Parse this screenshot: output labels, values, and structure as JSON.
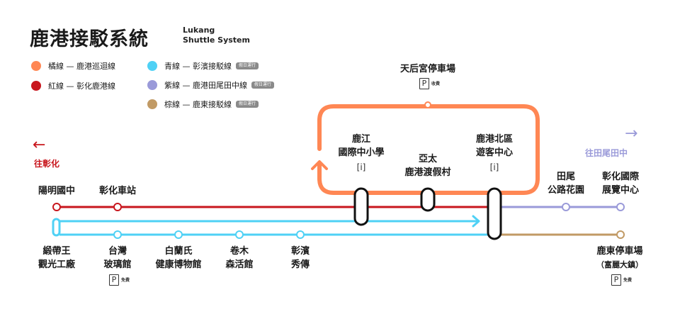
{
  "header": {
    "title": "鹿港接駁系統",
    "subtitle_line1": "Lukang",
    "subtitle_line2": "Shuttle System"
  },
  "colors": {
    "orange": "#FF8754",
    "red": "#C8161D",
    "cyan": "#4FD1F5",
    "purple": "#9A9AD9",
    "brown": "#C19A65",
    "interchange": "#111111",
    "badge": "#8a8a8a"
  },
  "legend": [
    {
      "color_key": "orange",
      "text": "橘線 — 鹿港巡迴線",
      "badge": null
    },
    {
      "color_key": "red",
      "text": "紅線 — 彰化鹿港線",
      "badge": null
    },
    {
      "color_key": "cyan",
      "text": "青線 — 彰濱接駁線",
      "badge": "假日運行"
    },
    {
      "color_key": "purple",
      "text": "紫線 — 鹿港田尾田中線",
      "badge": "假日運行"
    },
    {
      "color_key": "brown",
      "text": "棕線 — 鹿東接駁線",
      "badge": "假日運行"
    }
  ],
  "directions": {
    "left": {
      "arrow": "←",
      "label": "往彰化"
    },
    "right": {
      "arrow": "→",
      "label": "往田尾田中"
    }
  },
  "stations": {
    "tianhou": {
      "line1": "天后宮停車場",
      "parking": "P",
      "parking_note": "收費"
    },
    "lujiang": {
      "line1": "鹿江",
      "line2": "國際中小學",
      "info": "i"
    },
    "yatai": {
      "line1": "亞太",
      "line2": "鹿港渡假村"
    },
    "visitor": {
      "line1": "鹿港北區",
      "line2": "遊客中心",
      "info": "i"
    },
    "yangming": {
      "line1": "陽明國中"
    },
    "changhua_station": {
      "line1": "彰化車站"
    },
    "tianwei": {
      "line1": "田尾",
      "line2": "公路花園"
    },
    "expo": {
      "line1": "彰化國際",
      "line2": "展覽中心"
    },
    "ribbon": {
      "line1": "緞帶王",
      "line2": "觀光工廠"
    },
    "glass": {
      "line1": "台灣",
      "line2": "玻璃館",
      "parking": "P",
      "parking_note": "免費"
    },
    "bailan": {
      "line1": "白蘭氏",
      "line2": "健康博物館"
    },
    "juanmu": {
      "line1": "卷木",
      "line2": "森活館"
    },
    "xiuchuan": {
      "line1": "彰濱",
      "line2": "秀傳"
    },
    "ludong": {
      "line1": "鹿東停車場",
      "line2": "（富麗大鎮）",
      "parking": "P",
      "parking_note": "免費"
    }
  }
}
